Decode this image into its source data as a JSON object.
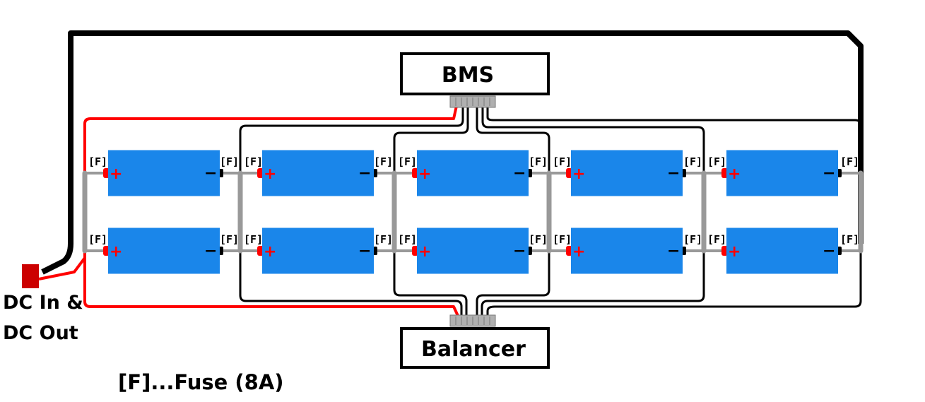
{
  "diagram": {
    "bms_label": "BMS",
    "balancer_label": "Balancer",
    "dc_label_line1": "DC In &",
    "dc_label_line2": "DC Out",
    "legend": "[F]...Fuse (8A)",
    "fuse_label": "[F]",
    "positive_symbol": "+",
    "negative_symbol": "−",
    "battery_rows": 2,
    "battery_columns": 5,
    "colors": {
      "battery": "#1a86ea",
      "positive_wire": "#ff0000",
      "negative_wire": "#000000",
      "bus_bar": "#999999",
      "connector": "#b0b0b0",
      "dc_terminal": "#cc0000"
    }
  }
}
